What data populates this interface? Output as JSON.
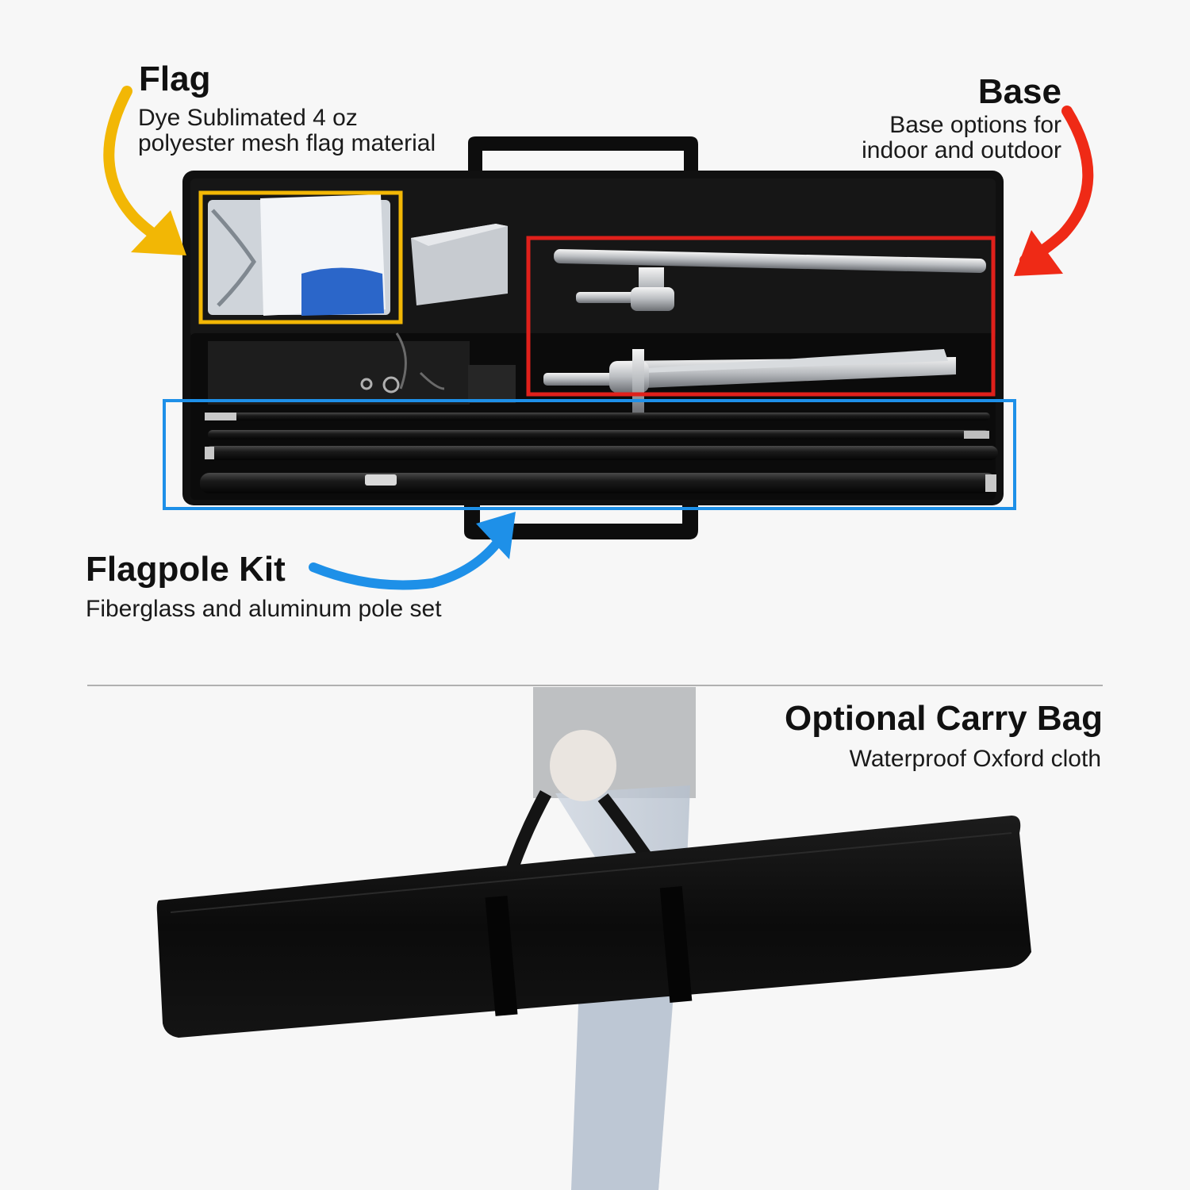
{
  "flag": {
    "title": "Flag",
    "description_line1": "Dye Sublimated 4 oz",
    "description_line2": "polyester mesh flag material",
    "highlight_color": "#f2b705"
  },
  "base": {
    "title": "Base",
    "description_line1": "Base options for",
    "description_line2": "indoor and outdoor",
    "highlight_color": "#e0201b"
  },
  "flagpole": {
    "title": "Flagpole Kit",
    "description": "Fiberglass and aluminum pole set",
    "highlight_color": "#1e90e8"
  },
  "carry_bag": {
    "title": "Optional Carry Bag",
    "description": "Waterproof Oxford cloth"
  }
}
